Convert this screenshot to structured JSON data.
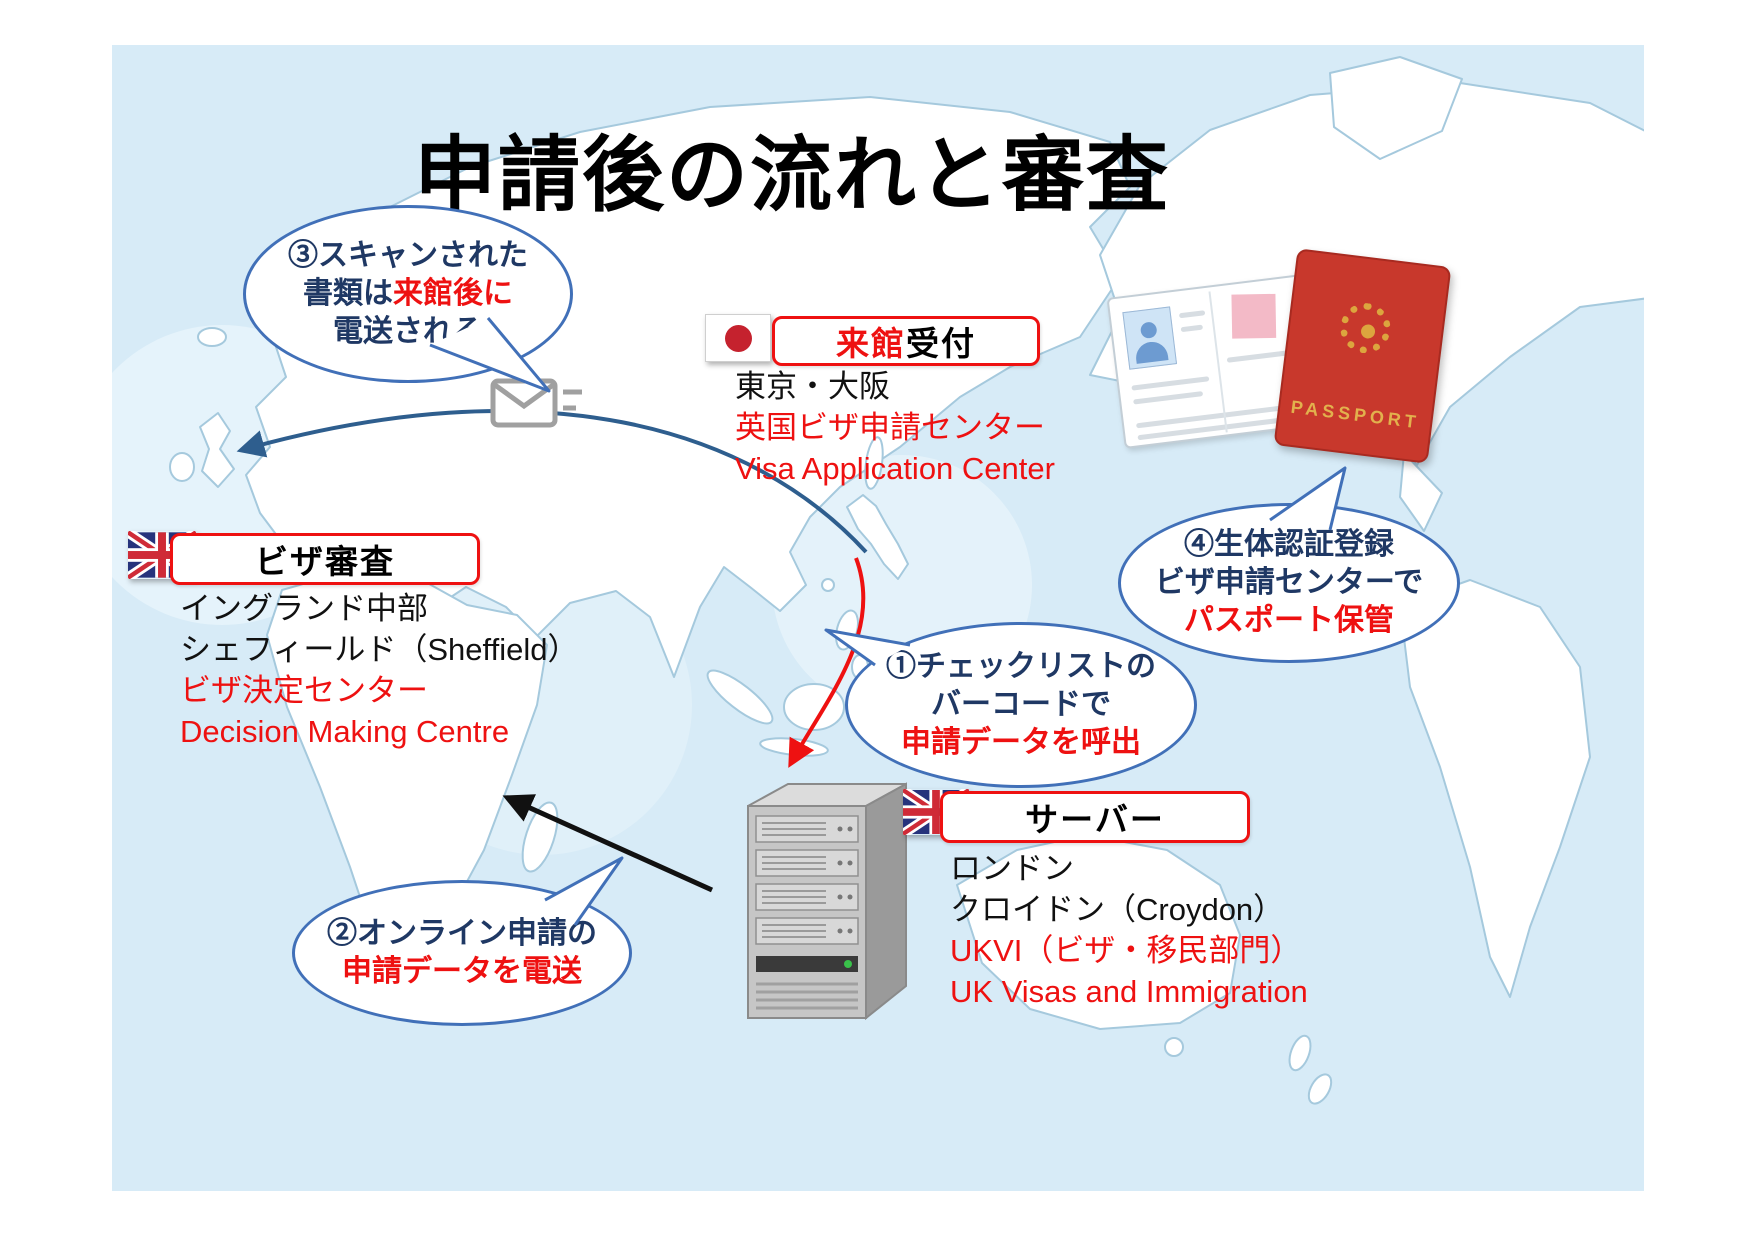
{
  "title": "申請後の流れと審査",
  "colors": {
    "red": "#ee1111",
    "navy": "#1f3864",
    "bubble-border": "#4170b8",
    "arrow-blue": "#2e5e8e",
    "map-bg": "#d7ebf7",
    "land-stroke": "#a5c9dd"
  },
  "icons": {
    "mail": "envelope-icon",
    "japan_flag": "japan-flag-icon",
    "uk_flag": "uk-flag-icon",
    "server": "server-tower-illustration",
    "passport": "passport-illustration"
  },
  "bubbles": {
    "scanned": {
      "line1": "③スキャンされた",
      "line2_black": "書類は",
      "line2_red": "来館後に",
      "line3": "電送される"
    },
    "biometric": {
      "line1": "④生体認証登録",
      "line2": "ビザ申請センターで",
      "line3_red": "パスポート保管"
    },
    "checklist": {
      "line1": "①チェックリストの",
      "line2": "バーコードで",
      "line3_red": "申請データを呼出"
    },
    "online": {
      "line1": "②オンライン申請の",
      "line2_red": "申請データを電送"
    }
  },
  "stations": {
    "reception": {
      "label_red": "来館",
      "label_black": "受付",
      "line1": "東京・大阪",
      "line2_red": "英国ビザ申請センター",
      "line3_red": "Visa Application Center"
    },
    "review": {
      "label": "ビザ審査",
      "line1": "イングランド中部",
      "line2": "シェフィールド（Sheffield）",
      "line3_red": "ビザ決定センター",
      "line4_red": "Decision Making Centre"
    },
    "server": {
      "label": "サーバー",
      "line1": "ロンドン",
      "line2": "クロイドン（Croydon）",
      "line3_red": "UKVI（ビザ・移民部門）",
      "line4_red": "UK Visas and Immigration"
    }
  },
  "passport": {
    "label": "PASSPORT"
  }
}
